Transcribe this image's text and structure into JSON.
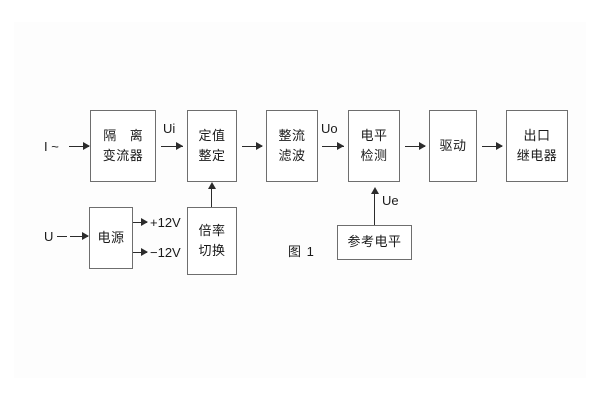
{
  "figure": {
    "caption": "图 1",
    "stroke_color": "#2b2b2b",
    "box_border_color": "#6e6e6e",
    "background": "#ffffff"
  },
  "inputs": {
    "current": "I ~",
    "voltage": "U"
  },
  "signals": {
    "ui": "Ui",
    "uo": "Uo",
    "ue": "Ue"
  },
  "power_rails": {
    "positive": "+12V",
    "negative": "−12V"
  },
  "blocks": {
    "isolation_ct": {
      "line1": "隔 离",
      "line2": "变流器"
    },
    "setting": {
      "line1": "定值",
      "line2": "整定"
    },
    "rectify_filter": {
      "line1": "整流",
      "line2": "滤波"
    },
    "level_detect": {
      "line1": "电平",
      "line2": "检测"
    },
    "drive": {
      "line1": "驱动"
    },
    "output_relay": {
      "line1": "出口",
      "line2": "继电器"
    },
    "power_supply": {
      "line1": "电源"
    },
    "multiplier_switch": {
      "line1": "倍率",
      "line2": "切换"
    },
    "reference_level": {
      "line1": "参考电平"
    }
  }
}
